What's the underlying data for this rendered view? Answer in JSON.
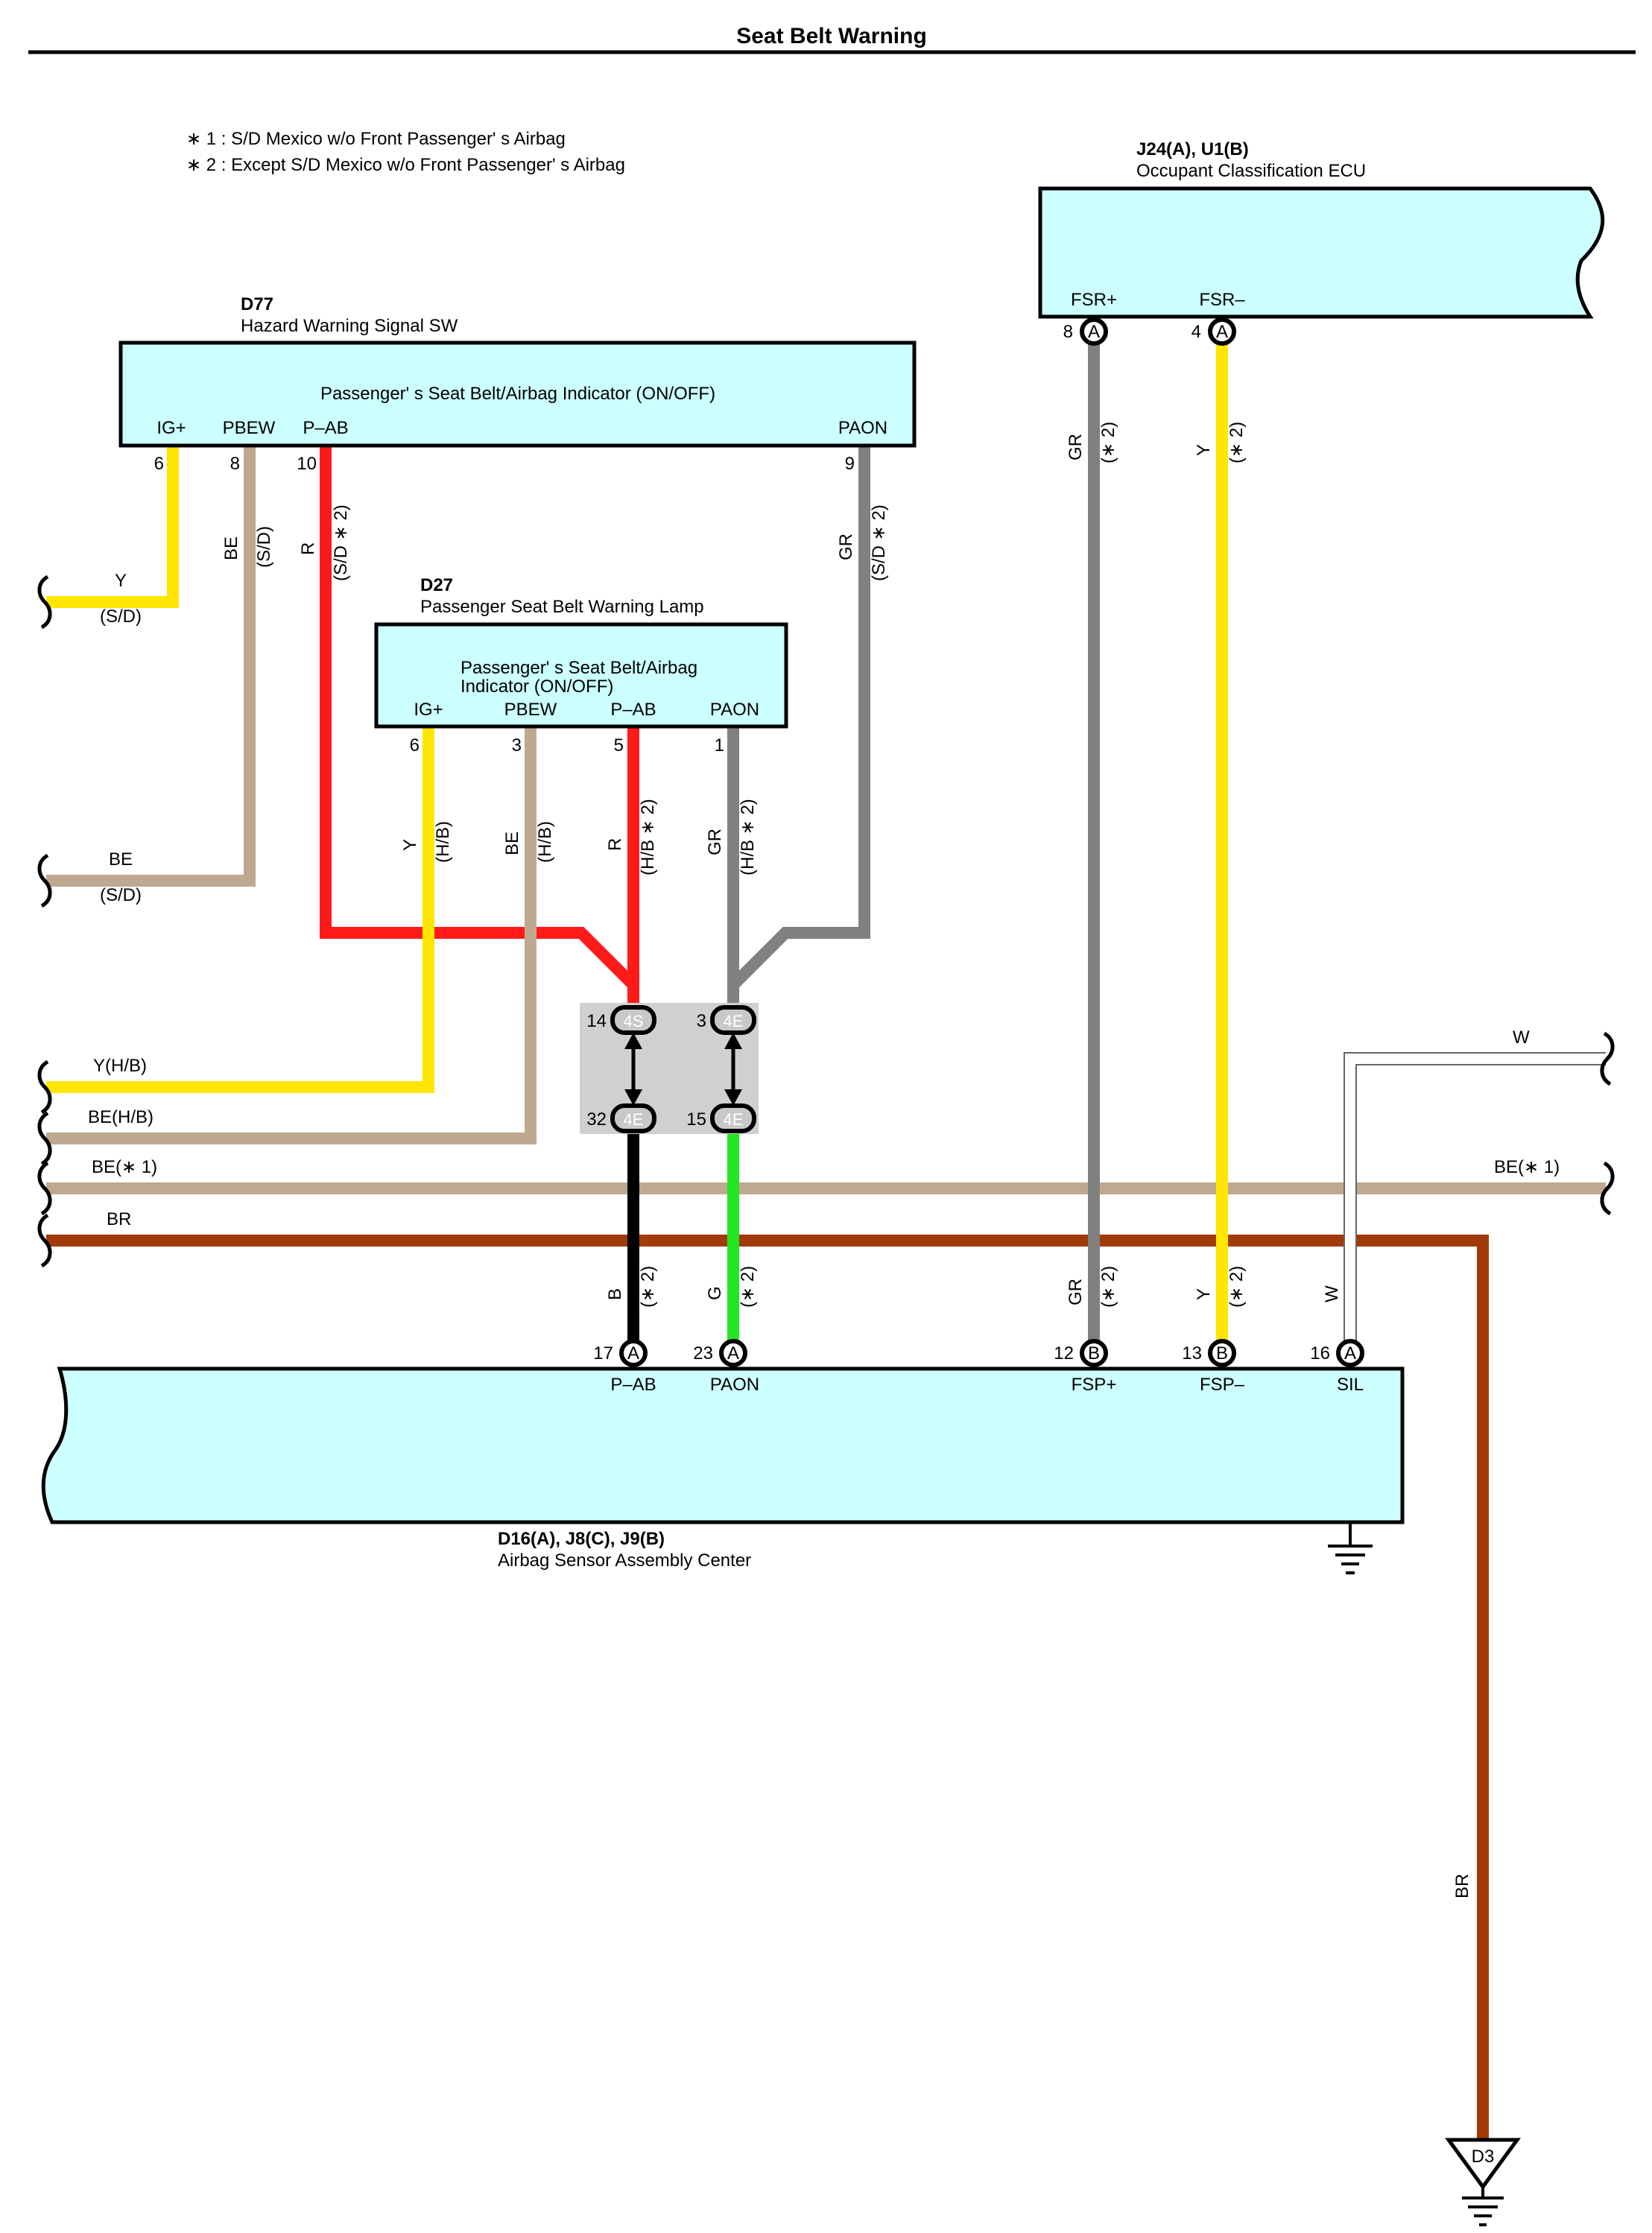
{
  "title": "Seat Belt Warning",
  "notes": [
    "∗ 1 : S/D Mexico w/o Front Passenger' s Airbag",
    "∗ 2 : Except S/D Mexico w/o Front Passenger' s Airbag"
  ],
  "colors": {
    "Y": "#ffe600",
    "BE": "#bfa890",
    "R": "#ff1a1a",
    "GR": "#808080",
    "B": "#000000",
    "G": "#22e622",
    "BR": "#a33a0a",
    "W": "#ffffff",
    "box_fill": "#ccffff",
    "junction_fill": "#d0d0d0"
  },
  "components": {
    "d77": {
      "code": "D77",
      "name": "Hazard Warning Signal SW",
      "inner": "Passenger' s Seat Belt/Airbag Indicator (ON/OFF)",
      "pins": {
        "ig": "IG+",
        "pbew": "PBEW",
        "pab": "P–AB",
        "paon": "PAON"
      },
      "pin_nums": {
        "ig": "6",
        "pbew": "8",
        "pab": "10",
        "paon": "9"
      }
    },
    "d27": {
      "code": "D27",
      "name": "Passenger Seat Belt Warning Lamp",
      "inner1": "Passenger' s Seat Belt/Airbag",
      "inner2": "Indicator (ON/OFF)",
      "pins": {
        "ig": "IG+",
        "pbew": "PBEW",
        "pab": "P–AB",
        "paon": "PAON"
      },
      "pin_nums": {
        "ig": "6",
        "pbew": "3",
        "pab": "5",
        "paon": "1"
      }
    },
    "j24": {
      "code": "J24(A), U1(B)",
      "name": "Occupant Classification ECU",
      "pins": {
        "fsrp": "FSR+",
        "fsrm": "FSR–"
      },
      "pin_nums": {
        "fsrp": "8",
        "fsrm": "4"
      },
      "conn": {
        "fsrp": "A",
        "fsrm": "A"
      }
    },
    "d16": {
      "code": "D16(A), J8(C), J9(B)",
      "name": "Airbag Sensor Assembly Center",
      "pins": {
        "pab": "P–AB",
        "paon": "PAON",
        "fspp": "FSP+",
        "fspm": "FSP–",
        "sil": "SIL"
      },
      "pin_nums": {
        "pab": "17",
        "paon": "23",
        "fspp": "12",
        "fspm": "13",
        "sil": "16"
      },
      "conn": {
        "pab": "A",
        "paon": "A",
        "fspp": "B",
        "fspm": "B",
        "sil": "A"
      }
    },
    "d3": {
      "code": "D3"
    }
  },
  "junction": {
    "top_left": {
      "num": "14",
      "conn": "4S"
    },
    "top_right": {
      "num": "3",
      "conn": "4E"
    },
    "bottom_left": {
      "num": "32",
      "conn": "4E"
    },
    "bottom_right": {
      "num": "15",
      "conn": "4E"
    }
  },
  "wire_labels": {
    "y_sd_color": "Y",
    "y_sd_cond": "(S/D)",
    "be_sd_color": "BE",
    "be_sd_cond": "(S/D)",
    "d77_be": "BE",
    "d77_be_cond": "(S/D)",
    "d77_r": "R",
    "d77_r_cond": "(S/D ∗ 2)",
    "d77_gr": "GR",
    "d77_gr_cond": "(S/D ∗ 2)",
    "d27_y": "Y",
    "d27_y_cond": "(H/B)",
    "d27_be": "BE",
    "d27_be_cond": "(H/B)",
    "d27_r": "R",
    "d27_r_cond": "(H/B ∗ 2)",
    "d27_gr": "GR",
    "d27_gr_cond": "(H/B ∗ 2)",
    "yhb": "Y(H/B)",
    "behb": "BE(H/B)",
    "be1_left": "BE(∗ 1)",
    "be1_right": "BE(∗ 1)",
    "br_left": "BR",
    "w_top": "W",
    "ecu_gr": "GR",
    "ecu_gr_cond": "(∗ 2)",
    "ecu_y": "Y",
    "ecu_y_cond": "(∗ 2)",
    "low_b": "B",
    "low_b_cond": "(∗ 2)",
    "low_g": "G",
    "low_g_cond": "(∗ 2)",
    "low_gr": "GR",
    "low_gr_cond": "(∗ 2)",
    "low_y": "Y",
    "low_y_cond": "(∗ 2)",
    "low_w": "W",
    "br_down": "BR"
  }
}
